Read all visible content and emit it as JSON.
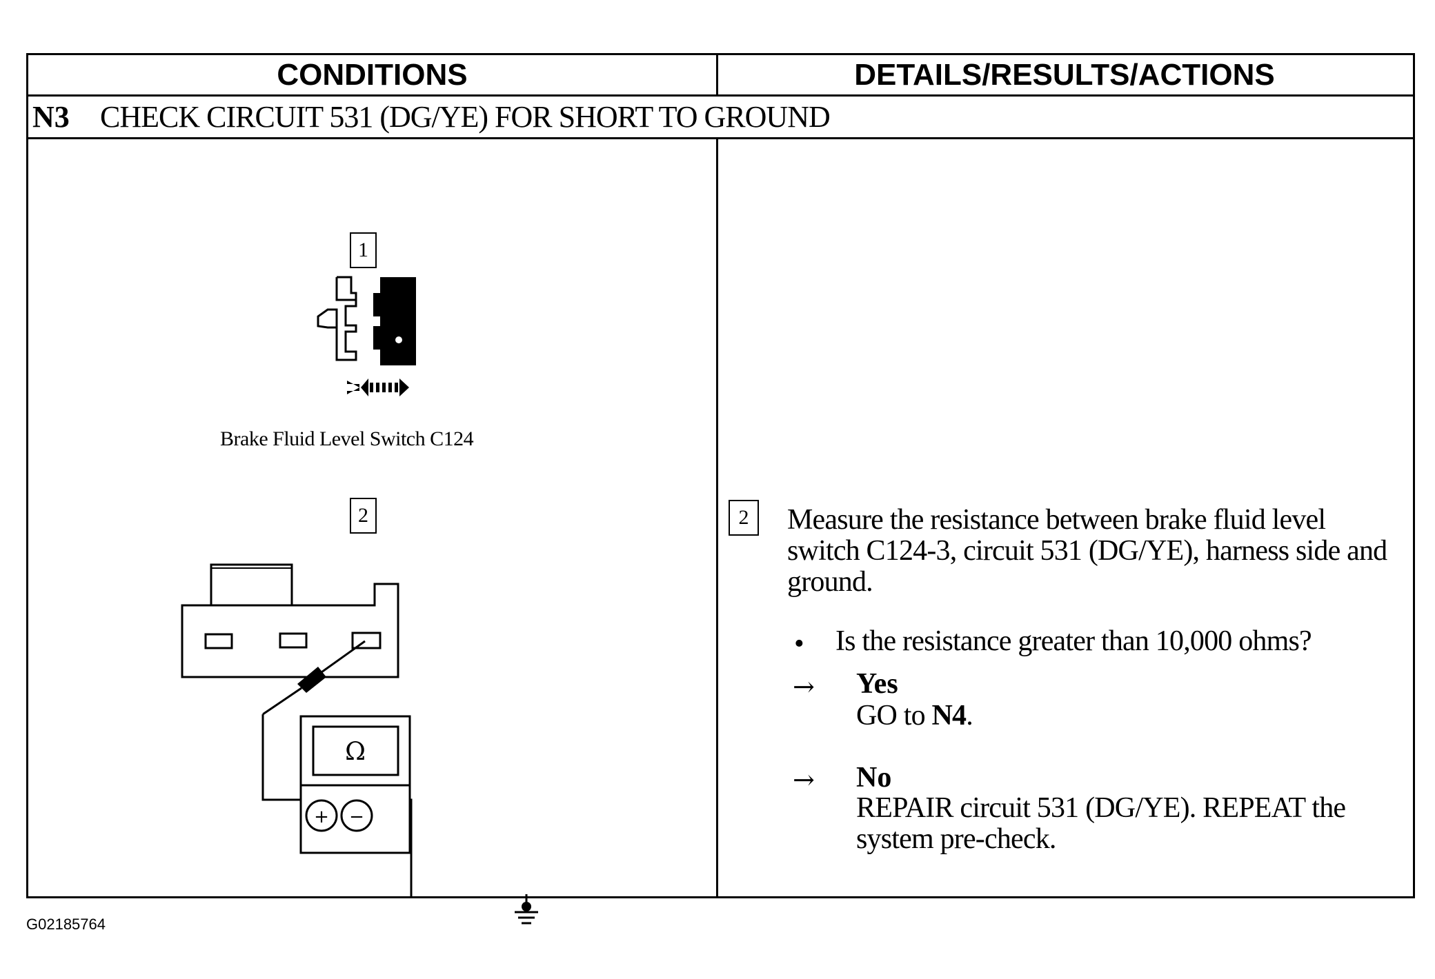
{
  "header": {
    "conditions": "CONDITIONS",
    "details": "DETAILS/RESULTS/ACTIONS"
  },
  "step": {
    "id": "N3",
    "title": "CHECK CIRCUIT 531 (DG/YE) FOR SHORT TO GROUND"
  },
  "conditions": {
    "step1_number": "1",
    "step1_caption": "Brake Fluid Level Switch C124",
    "step2_number": "2",
    "meter_symbol": "Ω",
    "plus_symbol": "+",
    "minus_symbol": "−"
  },
  "actions": {
    "step_number": "2",
    "instruction": "Measure the resistance between brake fluid level switch C124-3, circuit 531 (DG/YE), harness side and ground.",
    "bullet": "•",
    "question": "Is the resistance greater than 10,000 ohms?",
    "arrow": "→",
    "yes_label": "Yes",
    "yes_text_prefix": "GO to ",
    "yes_target": "N4",
    "yes_text_suffix": ".",
    "no_label": "No",
    "no_text": "REPAIR circuit 531 (DG/YE). REPEAT the system pre-check."
  },
  "figure_id": "G02185764"
}
